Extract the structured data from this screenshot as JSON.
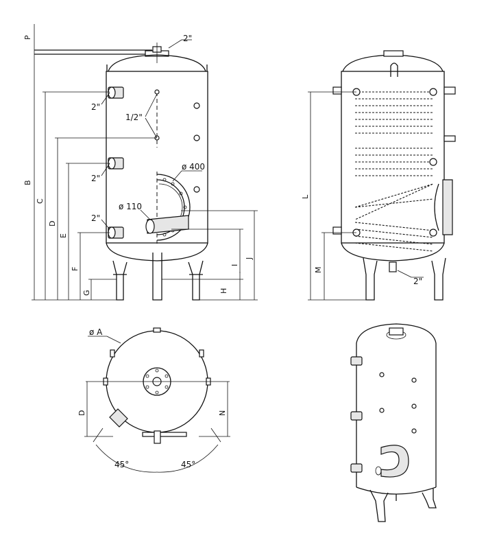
{
  "labels": {
    "P": "P",
    "B": "B",
    "C": "C",
    "D": "D",
    "E": "E",
    "F": "F",
    "G": "G",
    "H": "H",
    "I": "I",
    "J": "J",
    "L": "L",
    "M": "M",
    "N": "N",
    "D_plan": "D",
    "thread_top": "2\"",
    "thread_1": "2\"",
    "thread_2": "2\"",
    "thread_3": "2\"",
    "thread_half": "1/2\"",
    "thread_side": "2\"",
    "dia_400": "ø 400",
    "dia_110": "ø 110",
    "dia_A": "ø  A",
    "angle_left": "45°",
    "angle_right": "45°"
  }
}
